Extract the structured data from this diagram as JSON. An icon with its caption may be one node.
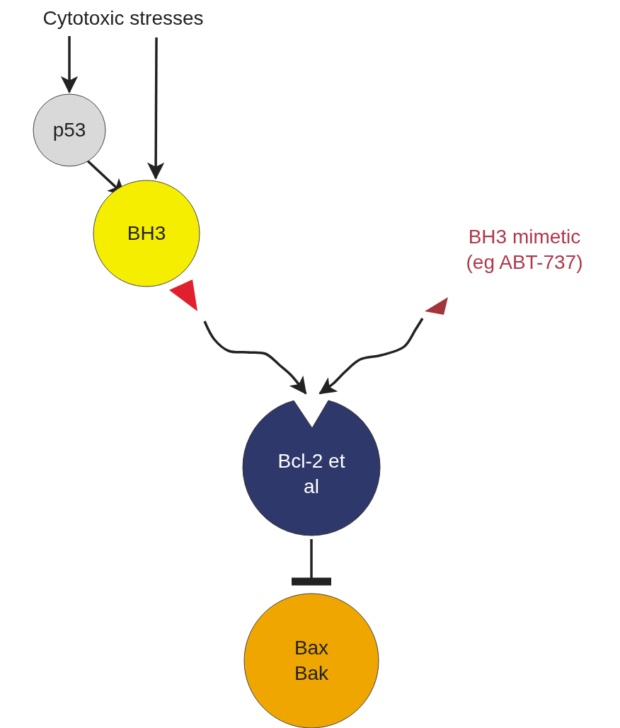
{
  "diagram": {
    "nodes": [
      {
        "text": [
          "Cytotoxic stresses"
        ]
      },
      {
        "text": [
          "p53"
        ]
      },
      {
        "text": [
          "BH3"
        ]
      },
      {
        "text": [
          "BH3 mimetic (eg ABT-737)"
        ]
      },
      {
        "text": [],
        "shape": "triangle"
      },
      {
        "text": [
          "Bcl-2 et al"
        ]
      },
      {
        "text": [
          "Bax Bak"
        ]
      }
    ],
    "edges": [
      {
        "from": 0,
        "to": 1,
        "arrow": "to"
      },
      {
        "from": 0,
        "to": 2,
        "arrow": "to"
      },
      {
        "from": 1,
        "to": 2,
        "arrow": "to"
      },
      {
        "from": 2,
        "to": 5,
        "arrow": "to"
      },
      {
        "from": 4,
        "to": 5,
        "arrow": "to"
      },
      {
        "from": 5,
        "to": 6,
        "arrow": "other"
      }
    ]
  }
}
